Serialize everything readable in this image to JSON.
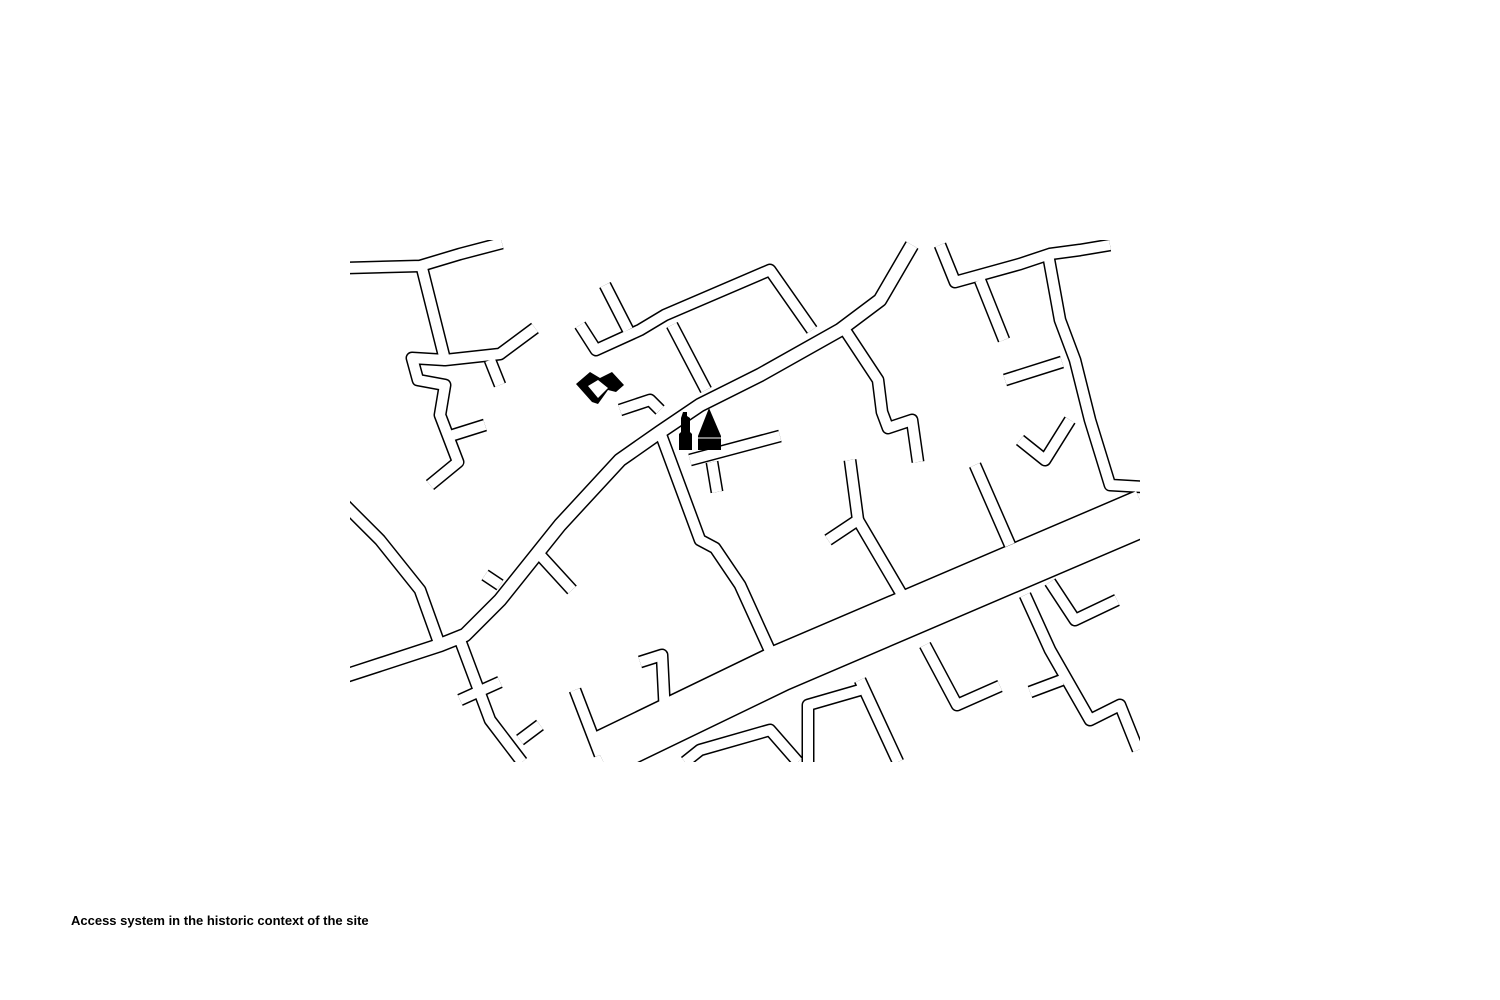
{
  "caption": "Access system in the historic context of the site",
  "colors": {
    "ink": "#000000",
    "background": "#ffffff"
  },
  "landmarks": [
    {
      "name": "historic-building",
      "icon": "building-footprint-icon"
    },
    {
      "name": "tower",
      "icon": "tower-icon"
    },
    {
      "name": "spire",
      "icon": "spire-icon"
    }
  ]
}
